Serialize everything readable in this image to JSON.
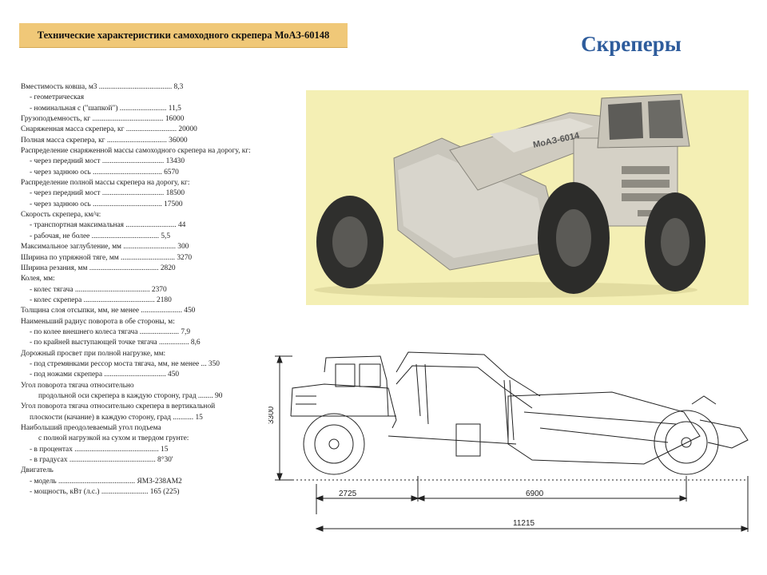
{
  "header": {
    "title": "Технические характеристики самоходного скрепера МоАЗ-60148"
  },
  "page_title": "Скреперы",
  "photo": {
    "plate_text": "МоАЗ-6014"
  },
  "specs": [
    {
      "level": 1,
      "text": "Вместимость ковша, м3 ....................................... 8,3"
    },
    {
      "level": 2,
      "text": "- геометрическая"
    },
    {
      "level": 2,
      "text": "- номинальная с (\"шапкой\")        ......................... 11,5"
    },
    {
      "level": 1,
      "text": "Грузоподъемность, кг ...................................... 16000"
    },
    {
      "level": 1,
      "text": "Снаряженная масса скрепера, кг ........................... 20000"
    },
    {
      "level": 1,
      "text": "Полная масса скрепера, кг ................................ 36000"
    },
    {
      "level": 1,
      "text": "Распределение снаряженной массы самоходного скрепера на дорогу, кг:"
    },
    {
      "level": 2,
      "text": "- через передний мост ................................. 13430"
    },
    {
      "level": 2,
      "text": "- через заднюю ось ..................................... 6570"
    },
    {
      "level": 1,
      "text": "Распределение полной массы скрепера на дорогу, кг:"
    },
    {
      "level": 2,
      "text": "- через передний мост ................................. 18500"
    },
    {
      "level": 2,
      "text": "- через заднюю ось ..................................... 17500"
    },
    {
      "level": 1,
      "text": "Скорость скрепера, км/ч:"
    },
    {
      "level": 2,
      "text": "- транспортная максимальная ........................... 44"
    },
    {
      "level": 2,
      "text": "- рабочая, не более .................................... 5,5"
    },
    {
      "level": 1,
      "text": "Максимальное заглубление, мм ............................ 300"
    },
    {
      "level": 1,
      "text": "Ширина по упряжной тяге, мм ............................. 3270"
    },
    {
      "level": 1,
      "text": "Ширина резания, мм ..................................... 2820"
    },
    {
      "level": 1,
      "text": "Колея, мм:"
    },
    {
      "level": 2,
      "text": "- колес тягача ........................................ 2370"
    },
    {
      "level": 2,
      "text": "- колес скрепера ...................................... 2180"
    },
    {
      "level": 1,
      "text": "Толщина слоя отсыпки, мм, не менее ...................... 450"
    },
    {
      "level": 1,
      "text": "Наименьший радиус поворота в обе стороны, м:"
    },
    {
      "level": 2,
      "text": "- по колее внешнего колеса тягача ..................... 7,9"
    },
    {
      "level": 2,
      "text": "- по крайней выступающей точке тягача ................ 8,6"
    },
    {
      "level": 1,
      "text": "Дорожный просвет при полной нагрузке, мм:"
    },
    {
      "level": 2,
      "text": "- под стремянками рессор моста тягача, мм, не менее ... 350"
    },
    {
      "level": 2,
      "text": "- под ножами скрепера ................................. 450"
    },
    {
      "level": 1,
      "text": "Угол поворота тягача относительно"
    },
    {
      "level": 3,
      "text": "продольной оси скрепера в каждую сторону, град ........ 90"
    },
    {
      "level": 1,
      "text": "Угол поворота тягача относительно скрепера в вертикальной"
    },
    {
      "level": 2,
      "text": "плоскости (качание) в каждую сторону, град ........... 15"
    },
    {
      "level": 1,
      "text": "Наибольший преодолеваемый угол подъема"
    },
    {
      "level": 3,
      "text": "с полной нагрузкой на сухом и твердом грунте:"
    },
    {
      "level": 2,
      "text": "- в процентах ............................................. 15"
    },
    {
      "level": 2,
      "text": "- в градусах .............................................. 8°30'"
    },
    {
      "level": 1,
      "text": "Двигатель"
    },
    {
      "level": 2,
      "text": "- модель ......................................... ЯМЗ-238АМ2"
    },
    {
      "level": 2,
      "text": "- мощность, кВт (л.с.) ......................... 165 (225)"
    }
  ],
  "drawing": {
    "dim_height": "3300",
    "dim_front": "2725",
    "dim_wheelbase": "6900",
    "dim_total": "11215"
  },
  "colors": {
    "header_bg": "#f0c878",
    "title_blue": "#2e5c9c",
    "photo_bg": "#f4efb4"
  }
}
